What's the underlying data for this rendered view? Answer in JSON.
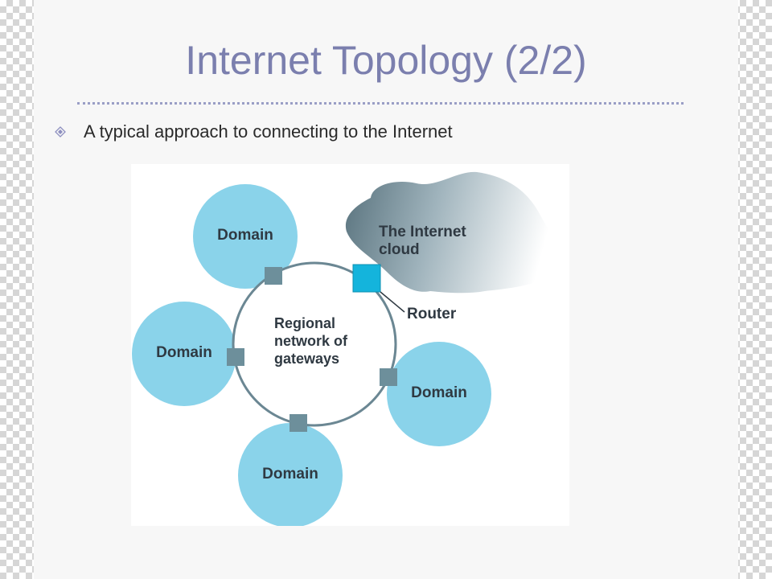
{
  "slide": {
    "title": "Internet Topology (2/2)",
    "bullet": "A typical approach to connecting to the Internet"
  },
  "diagram": {
    "domains": [
      "Domain",
      "Domain",
      "Domain",
      "Domain"
    ],
    "internet_label": [
      "The Internet",
      "cloud"
    ],
    "regional_label": [
      "Regional",
      "network of",
      "gateways"
    ],
    "router_label": "Router"
  },
  "colors": {
    "title": "#7b7fae",
    "domain_fill": "#8ad3ea",
    "gateway_fill": "#6d8f9b",
    "router_fill": "#14b4dc",
    "ring_stroke": "#6b8793",
    "cloud_dark": "#5b7985"
  },
  "icons": {
    "bullet": "diamond-bullet-icon"
  }
}
